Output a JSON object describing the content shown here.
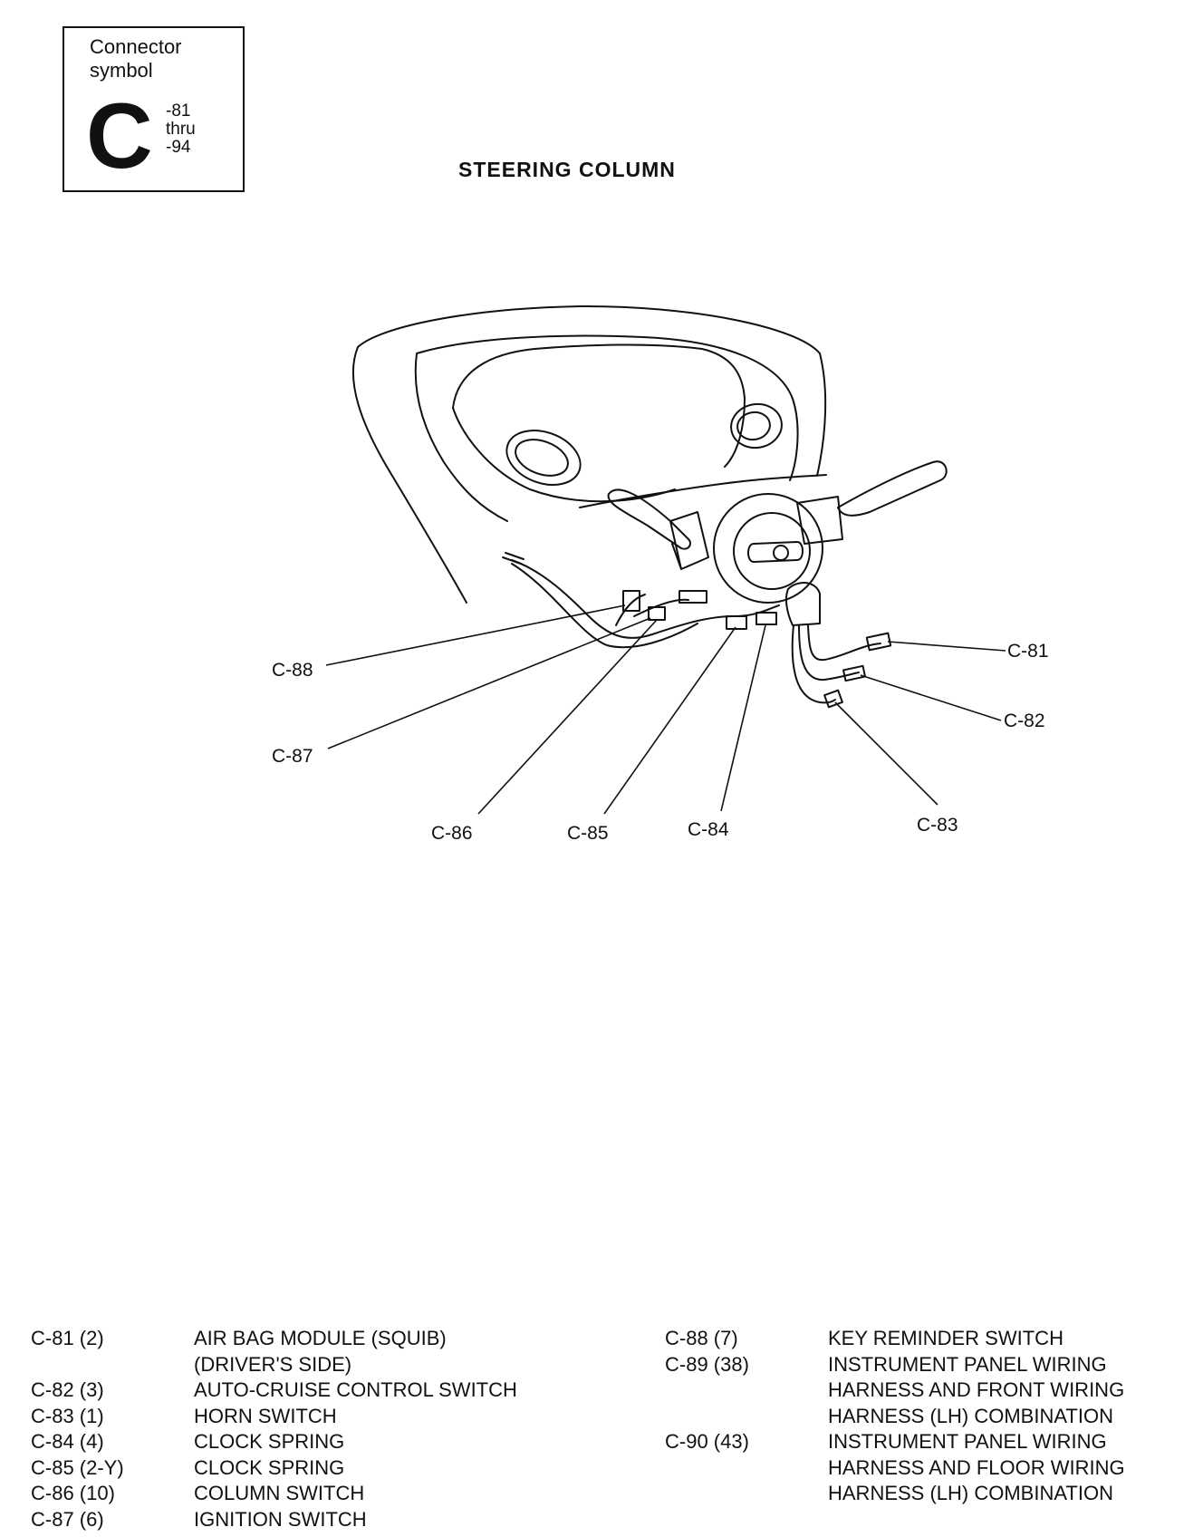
{
  "symbol": {
    "caption_line1": "Connector",
    "caption_line2": "symbol",
    "letter": "C",
    "range_start": "-81",
    "range_mid": "thru",
    "range_end": "-94"
  },
  "title": "STEERING COLUMN",
  "callouts": {
    "c81": "C-81",
    "c82": "C-82",
    "c83": "C-83",
    "c84": "C-84",
    "c85": "C-85",
    "c86": "C-86",
    "c87": "C-87",
    "c88": "C-88"
  },
  "legend_left": [
    {
      "code": "C-81 (2)",
      "desc": "AIR BAG MODULE (SQUIB)"
    },
    {
      "code": "",
      "desc": "(DRIVER'S SIDE)"
    },
    {
      "code": "C-82 (3)",
      "desc": "AUTO-CRUISE CONTROL SWITCH"
    },
    {
      "code": "C-83 (1)",
      "desc": "HORN SWITCH"
    },
    {
      "code": "C-84 (4)",
      "desc": "CLOCK SPRING"
    },
    {
      "code": "C-85 (2-Y)",
      "desc": "CLOCK SPRING"
    },
    {
      "code": "C-86 (10)",
      "desc": "COLUMN SWITCH"
    },
    {
      "code": "C-87 (6)",
      "desc": "IGNITION SWITCH"
    }
  ],
  "legend_right": [
    {
      "code": "C-88 (7)",
      "desc": "KEY REMINDER SWITCH"
    },
    {
      "code": "C-89 (38)",
      "desc": "INSTRUMENT PANEL WIRING"
    },
    {
      "code": "",
      "desc": "HARNESS AND FRONT WIRING"
    },
    {
      "code": "",
      "desc": "HARNESS (LH) COMBINATION"
    },
    {
      "code": "C-90 (43)",
      "desc": "INSTRUMENT PANEL WIRING"
    },
    {
      "code": "",
      "desc": "HARNESS AND FLOOR WIRING"
    },
    {
      "code": "",
      "desc": "HARNESS (LH) COMBINATION"
    }
  ]
}
